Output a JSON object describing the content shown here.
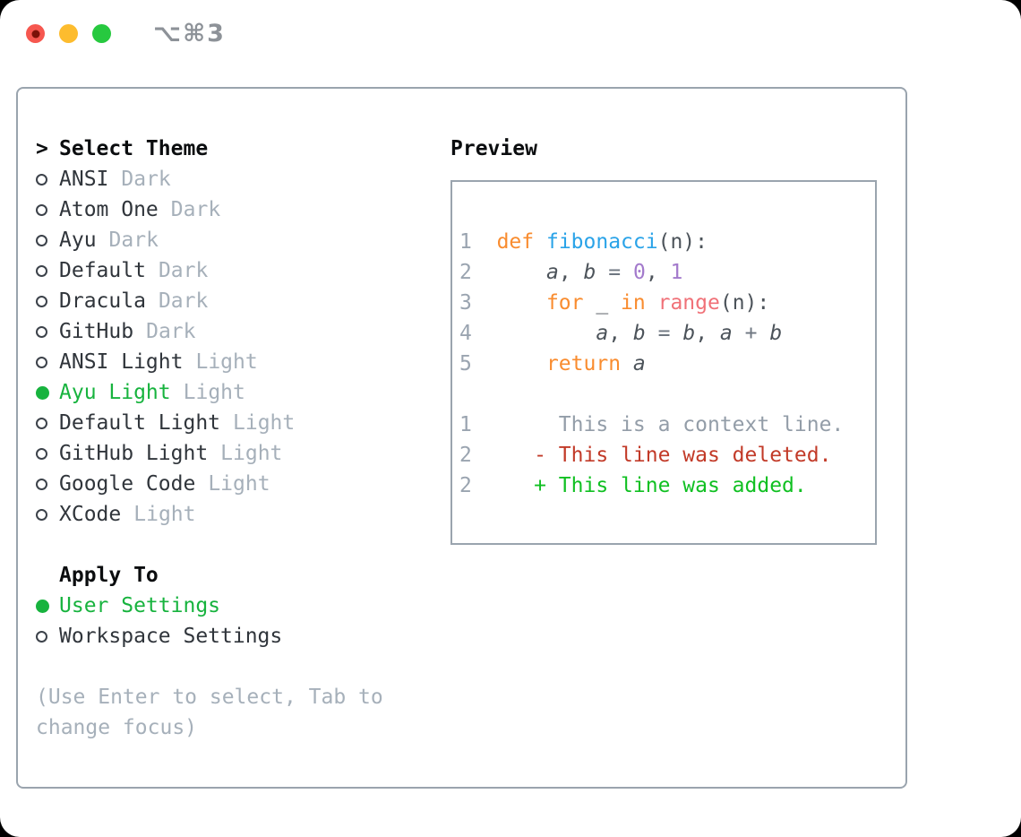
{
  "window": {
    "shortcut_label": "⌥⌘3"
  },
  "theme_list": {
    "prompt": ">",
    "header": "Select Theme",
    "items": [
      {
        "name": "ANSI",
        "variant": "Dark",
        "selected": false
      },
      {
        "name": "Atom One",
        "variant": "Dark",
        "selected": false
      },
      {
        "name": "Ayu",
        "variant": "Dark",
        "selected": false
      },
      {
        "name": "Default",
        "variant": "Dark",
        "selected": false
      },
      {
        "name": "Dracula",
        "variant": "Dark",
        "selected": false
      },
      {
        "name": "GitHub",
        "variant": "Dark",
        "selected": false
      },
      {
        "name": "ANSI Light",
        "variant": "Light",
        "selected": false
      },
      {
        "name": "Ayu Light",
        "variant": "Light",
        "selected": true
      },
      {
        "name": "Default Light",
        "variant": "Light",
        "selected": false
      },
      {
        "name": "GitHub Light",
        "variant": "Light",
        "selected": false
      },
      {
        "name": "Google Code",
        "variant": "Light",
        "selected": false
      },
      {
        "name": "XCode",
        "variant": "Light",
        "selected": false
      }
    ]
  },
  "apply_to": {
    "header": "Apply To",
    "options": [
      {
        "label": "User Settings",
        "selected": true
      },
      {
        "label": "Workspace Settings",
        "selected": false
      }
    ]
  },
  "hint": "(Use Enter to select, Tab to change focus)",
  "preview": {
    "header": "Preview",
    "lines": [
      {
        "num": "1",
        "tokens": [
          [
            "  ",
            "pl"
          ],
          [
            "def",
            "kw"
          ],
          [
            " ",
            "pl"
          ],
          [
            "fibonacci",
            "fn"
          ],
          [
            "(n):",
            "pl"
          ]
        ]
      },
      {
        "num": "2",
        "tokens": [
          [
            "      ",
            "pl"
          ],
          [
            "a",
            "varit"
          ],
          [
            ", ",
            "pl"
          ],
          [
            "b",
            "varit"
          ],
          [
            " ",
            "pl"
          ],
          [
            "=",
            "op"
          ],
          [
            " ",
            "pl"
          ],
          [
            "0",
            "numlit"
          ],
          [
            ", ",
            "pl"
          ],
          [
            "1",
            "numlit"
          ]
        ]
      },
      {
        "num": "3",
        "tokens": [
          [
            "      ",
            "pl"
          ],
          [
            "for",
            "kw"
          ],
          [
            " _ ",
            "pl"
          ],
          [
            "in",
            "kw"
          ],
          [
            " ",
            "pl"
          ],
          [
            "range",
            "call"
          ],
          [
            "(n):",
            "pl"
          ]
        ]
      },
      {
        "num": "4",
        "tokens": [
          [
            "          ",
            "pl"
          ],
          [
            "a",
            "varit"
          ],
          [
            ", ",
            "pl"
          ],
          [
            "b",
            "varit"
          ],
          [
            " ",
            "pl"
          ],
          [
            "=",
            "op"
          ],
          [
            " ",
            "pl"
          ],
          [
            "b",
            "varit"
          ],
          [
            ", ",
            "pl"
          ],
          [
            "a",
            "varit"
          ],
          [
            " ",
            "pl"
          ],
          [
            "+",
            "op"
          ],
          [
            " ",
            "pl"
          ],
          [
            "b",
            "varit"
          ]
        ]
      },
      {
        "num": "5",
        "tokens": [
          [
            "      ",
            "pl"
          ],
          [
            "return",
            "kw"
          ],
          [
            " ",
            "pl"
          ],
          [
            "a",
            "varit"
          ]
        ]
      },
      {
        "num": "",
        "tokens": []
      },
      {
        "num": "1",
        "tokens": [
          [
            "       This is a context line.",
            "ctx"
          ]
        ]
      },
      {
        "num": "2",
        "tokens": [
          [
            "     - This line was deleted.",
            "del"
          ]
        ]
      },
      {
        "num": "2",
        "tokens": [
          [
            "     + This line was added.",
            "add"
          ]
        ]
      }
    ]
  },
  "colors": {
    "accent_green": "#17b33e",
    "added": "#10c022",
    "deleted": "#c23a28",
    "ctx": "#939da8",
    "keyword": "#f98c2f",
    "entity": "#2aa3e8",
    "constant": "#a37acc",
    "func": "#f07178",
    "operator": "#6e7680",
    "code_text": "#4c535a",
    "line_number": "#9aa4b0",
    "border": "#9aa4ae",
    "text_dark": "#30353b",
    "heading": "#0b0d0f",
    "muted": "#a6b0ba",
    "circle_outline": "#3c424a",
    "titlebar_text": "#8d9298",
    "traffic_red": "#f6574f",
    "traffic_red_dot": "#7c1208",
    "traffic_yellow": "#fdbc2e",
    "traffic_green": "#27c93f"
  }
}
